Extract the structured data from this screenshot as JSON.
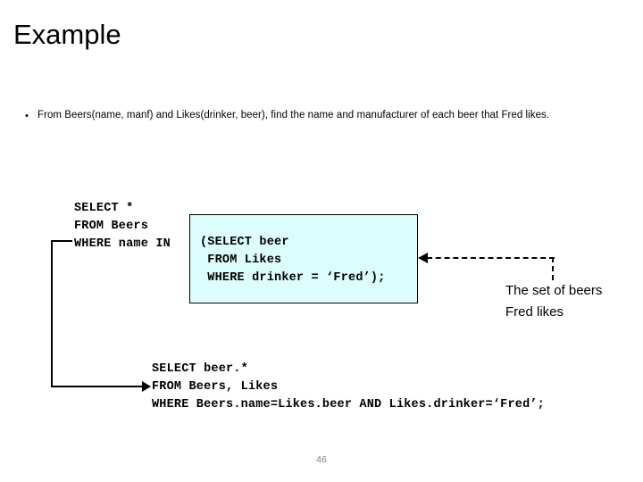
{
  "slide": {
    "title": "Example",
    "page_number": "46",
    "background_color": "#ffffff"
  },
  "bullet": {
    "marker": "•",
    "text": "From Beers(name, manf) and Likes(drinker, beer), find the name and manufacturer of each beer that Fred likes."
  },
  "code": {
    "outer_query": "SELECT *\nFROM Beers\nWHERE name IN",
    "subquery": "(SELECT beer\n FROM Likes\n WHERE drinker = ‘Fred’);",
    "equivalent_query": "SELECT beer.*\nFROM Beers, Likes\nWHERE Beers.name=Likes.beer AND Likes.drinker=‘Fred’;"
  },
  "highlight": {
    "fill_color": "#ddfdfd",
    "border_color": "#000000"
  },
  "callout": {
    "label": "The set of beers Fred likes",
    "line_style": "dashed",
    "line_color": "#000000"
  },
  "connector": {
    "style": "solid",
    "color": "#000000"
  }
}
